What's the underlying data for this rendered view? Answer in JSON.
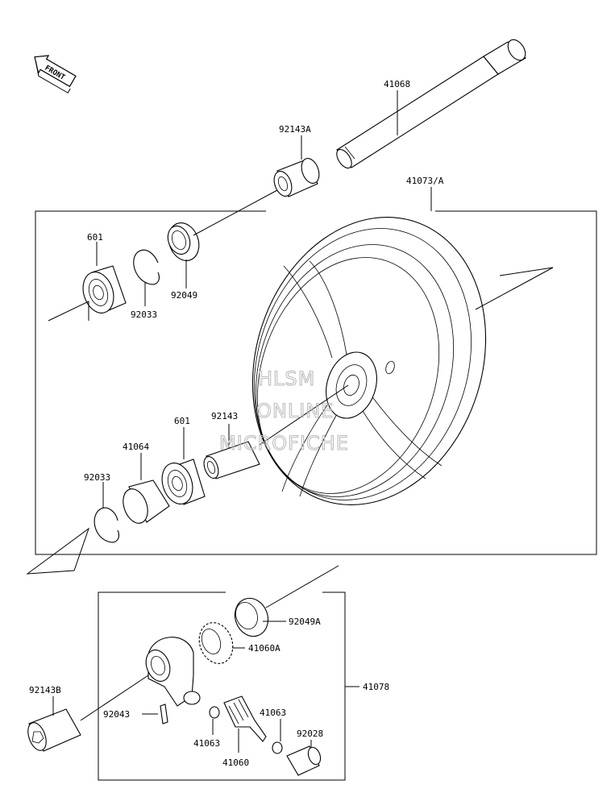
{
  "front_arrow": {
    "label": "FRONT"
  },
  "watermark": {
    "line1": "HLSM",
    "line2": "ONLINE",
    "line3": "MICROFICHE"
  },
  "parts": {
    "axle": "41068",
    "collar_a": "92143A",
    "wheel_assy": "41073/A",
    "bearing_left": "601",
    "circlip_upper": "92033",
    "oil_seal_upper": "92049",
    "distance_collar": "92143",
    "bearing_right": "601",
    "hub_cover": "41064",
    "circlip_lower": "92033",
    "oil_seal_lower": "92049A",
    "speedo_gear": "41060A",
    "speedo_gearbox_assy": "41078",
    "collar_b": "92143B",
    "pin": "92043",
    "washer_left": "41063",
    "washer_right": "41063",
    "pinion": "41060",
    "bushing": "92028"
  }
}
